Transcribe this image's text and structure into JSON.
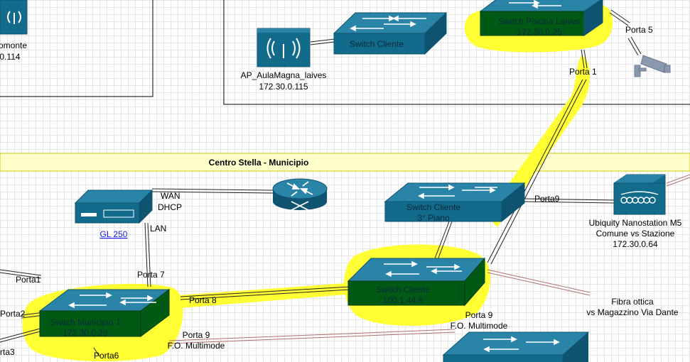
{
  "colors": {
    "device_blue": "#136b8c",
    "device_blue_dark": "#0e5470",
    "device_blue_light": "#2a84a8",
    "highlight_yellow": "#ffff33",
    "highlighted_switch_green": "#005a14",
    "banner_fill": "#ffffcc",
    "fiber_line": "#b07070"
  },
  "icons": [
    "wireless-ap-icon",
    "network-switch-icon",
    "router-icon",
    "firewall-appliance-icon",
    "cctv-camera-icon",
    "nanostation-antenna-icon"
  ],
  "banner": {
    "title": "Centro Stella - Municipio"
  },
  "devices": {
    "ap_topleft": {
      "name_partial": "omonte",
      "ip_partial": ".0.114"
    },
    "ap_aulamagna": {
      "name": "AP_AulaMagna_laives",
      "ip": "172.30.0.115"
    },
    "switch_cliente_top": {
      "name": "Switch Cliente"
    },
    "switch_piscina": {
      "name": "Switch Piscina Laives",
      "ip": "172.30.0.25"
    },
    "switch_3piano": {
      "name": "Switch Cliente",
      "floor": "3° Piano"
    },
    "switch_cliente_mid": {
      "name": "Switch Cliente",
      "ip": "100.1.44.6"
    },
    "switch_municipio": {
      "name": "Switch Municipio 1",
      "ip": "172.30.0.29"
    },
    "gl250": {
      "name": "GL 250"
    },
    "nanostation": {
      "name": "Ubiquity Nanostation M5",
      "link": "Comune vs Stazione",
      "ip": "172.30.0.64"
    }
  },
  "port_labels": {
    "porta5": "Porta 5",
    "porta1_top": "Porta 1",
    "wan": "WAN",
    "dhcp": "DHCP",
    "lan": "LAN",
    "porta9_nano": "Porta9",
    "porta7": "Porta 7",
    "porta1_left": "Porta1",
    "porta2": "Porta2",
    "porta3": "rta3",
    "porta6": "Porta6",
    "porta8": "Porta 8",
    "porta9_mid": "Porta 9",
    "fo_mid": "F.O. Multimode",
    "porta9_low": "Porta 9",
    "fo_low": "F.O. Multimode",
    "fibra_1": "Fibra ottica",
    "fibra_2": "vs Magazzino Via Dante"
  }
}
